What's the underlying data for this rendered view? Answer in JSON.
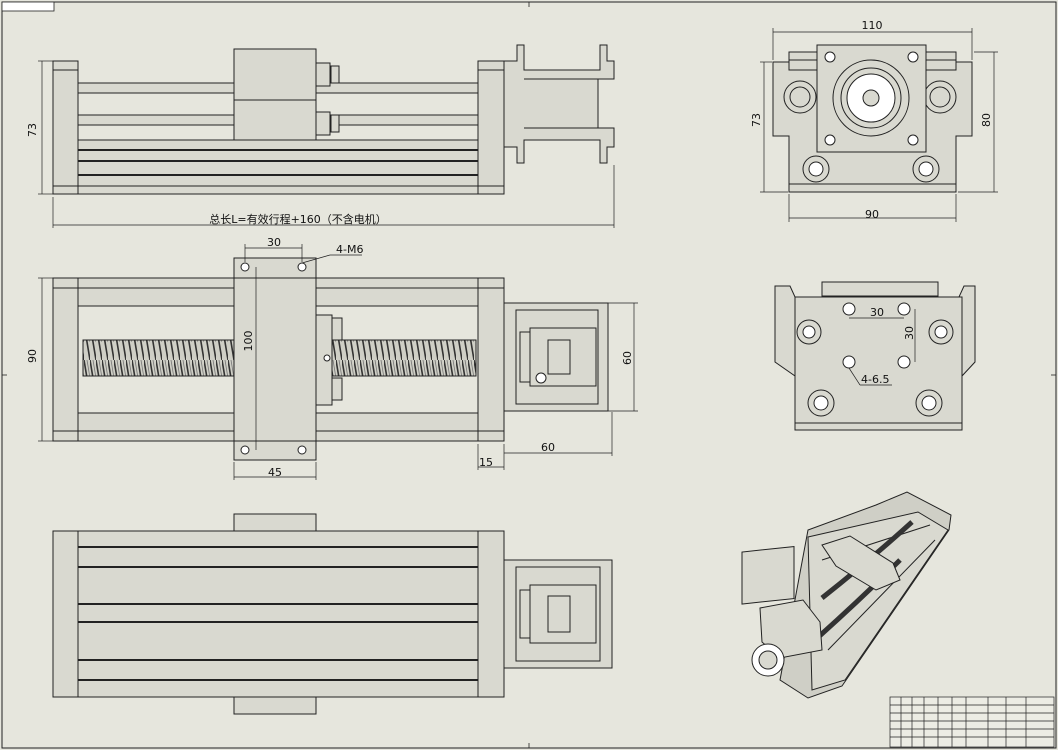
{
  "sheet": {
    "corner_tag": "",
    "background": "#e6e6dd",
    "line_color": "#222222",
    "body_fill": "#d9d9d0"
  },
  "front_view": {
    "height_dim": "73",
    "total_length_note": "总长L=有效行程+160（不含电机）"
  },
  "top_view": {
    "width_dim": "90",
    "hole_spacing_x": "30",
    "hole_label": "4-M6",
    "hole_spacing_y": "100",
    "carriage_width_dim": "45",
    "motor_offset_dim": "15",
    "motor_length_dim": "60",
    "motor_height_dim": "60"
  },
  "end_view": {
    "top_width_dim": "110",
    "bottom_width_dim": "90",
    "left_height_dim": "73",
    "right_height_dim": "80"
  },
  "carriage_view": {
    "spacing_x": "30",
    "spacing_y": "30",
    "hole_label": "4-6.5"
  },
  "title_block": {
    "cells": [
      "",
      "",
      "",
      ""
    ]
  }
}
